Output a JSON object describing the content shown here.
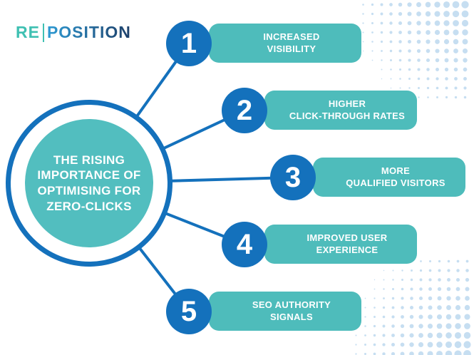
{
  "logo": {
    "re": "RE",
    "position": "POSITION"
  },
  "center": {
    "title_lines": [
      "THE RISING",
      "IMPORTANCE OF",
      "OPTIMISING FOR",
      "ZERO-CLICKS"
    ]
  },
  "items": [
    {
      "number": "1",
      "line1": "INCREASED",
      "line2": "VISIBILITY"
    },
    {
      "number": "2",
      "line1": "HIGHER",
      "line2": "CLICK-THROUGH RATES"
    },
    {
      "number": "3",
      "line1": "MORE",
      "line2": "QUALIFIED VISITORS"
    },
    {
      "number": "4",
      "line1": "IMPROVED USER",
      "line2": "EXPERIENCE"
    },
    {
      "number": "5",
      "line1": "SEO AUTHORITY",
      "line2": "SIGNALS"
    }
  ],
  "colors": {
    "blue": "#1471BC",
    "teal": "#4EBCBB",
    "center_teal": "#52BEBF",
    "dot_blue": "#C6DEF1",
    "logo_teal": "#3FC0B2",
    "logo_blue_start": "#2F9BD4",
    "logo_blue_end": "#1D3E68",
    "background": "#FFFFFF",
    "text_white": "#FFFFFF"
  }
}
